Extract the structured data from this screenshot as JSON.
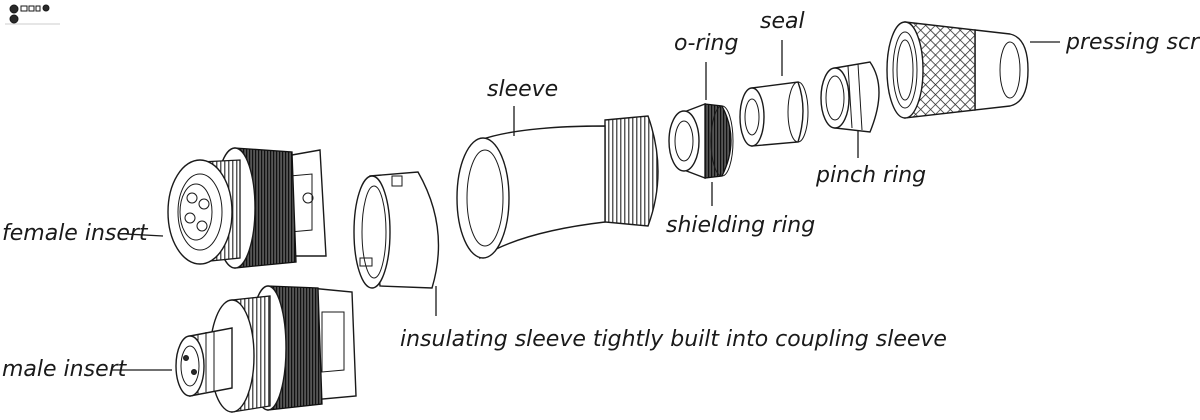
{
  "labels": {
    "pressing_screw": "pressing screw",
    "seal": "seal",
    "o_ring": "o-ring",
    "sleeve": "sleeve",
    "pinch_ring": "pinch ring",
    "shielding_ring": "shielding ring",
    "female_insert": "female insert",
    "male_insert": "male insert",
    "insulating_sleeve": "insulating sleeve tightly built into coupling sleeve"
  }
}
